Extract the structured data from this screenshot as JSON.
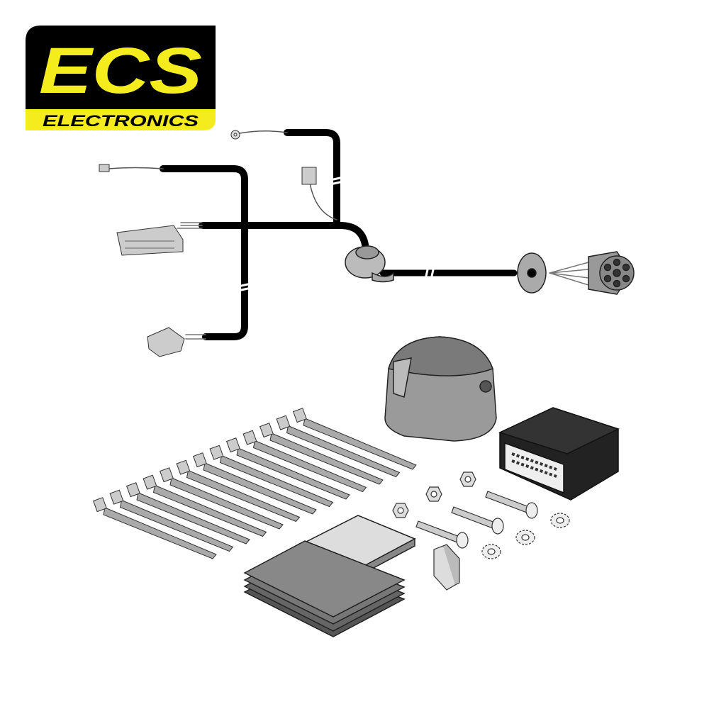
{
  "logo": {
    "brand": "ECS",
    "subtitle": "ELECTRONICS",
    "colors": {
      "yellow": "#f4ec1c",
      "black": "#000000"
    }
  },
  "product": {
    "components": [
      "wiring-harness",
      "7-pin-socket",
      "control-module",
      "cable-ties",
      "bolts",
      "nuts",
      "washers",
      "fuse",
      "adhesive-pads"
    ],
    "cable_tie_count": 13,
    "bolt_count": 3,
    "nut_count": 3,
    "washer_count": 3
  }
}
